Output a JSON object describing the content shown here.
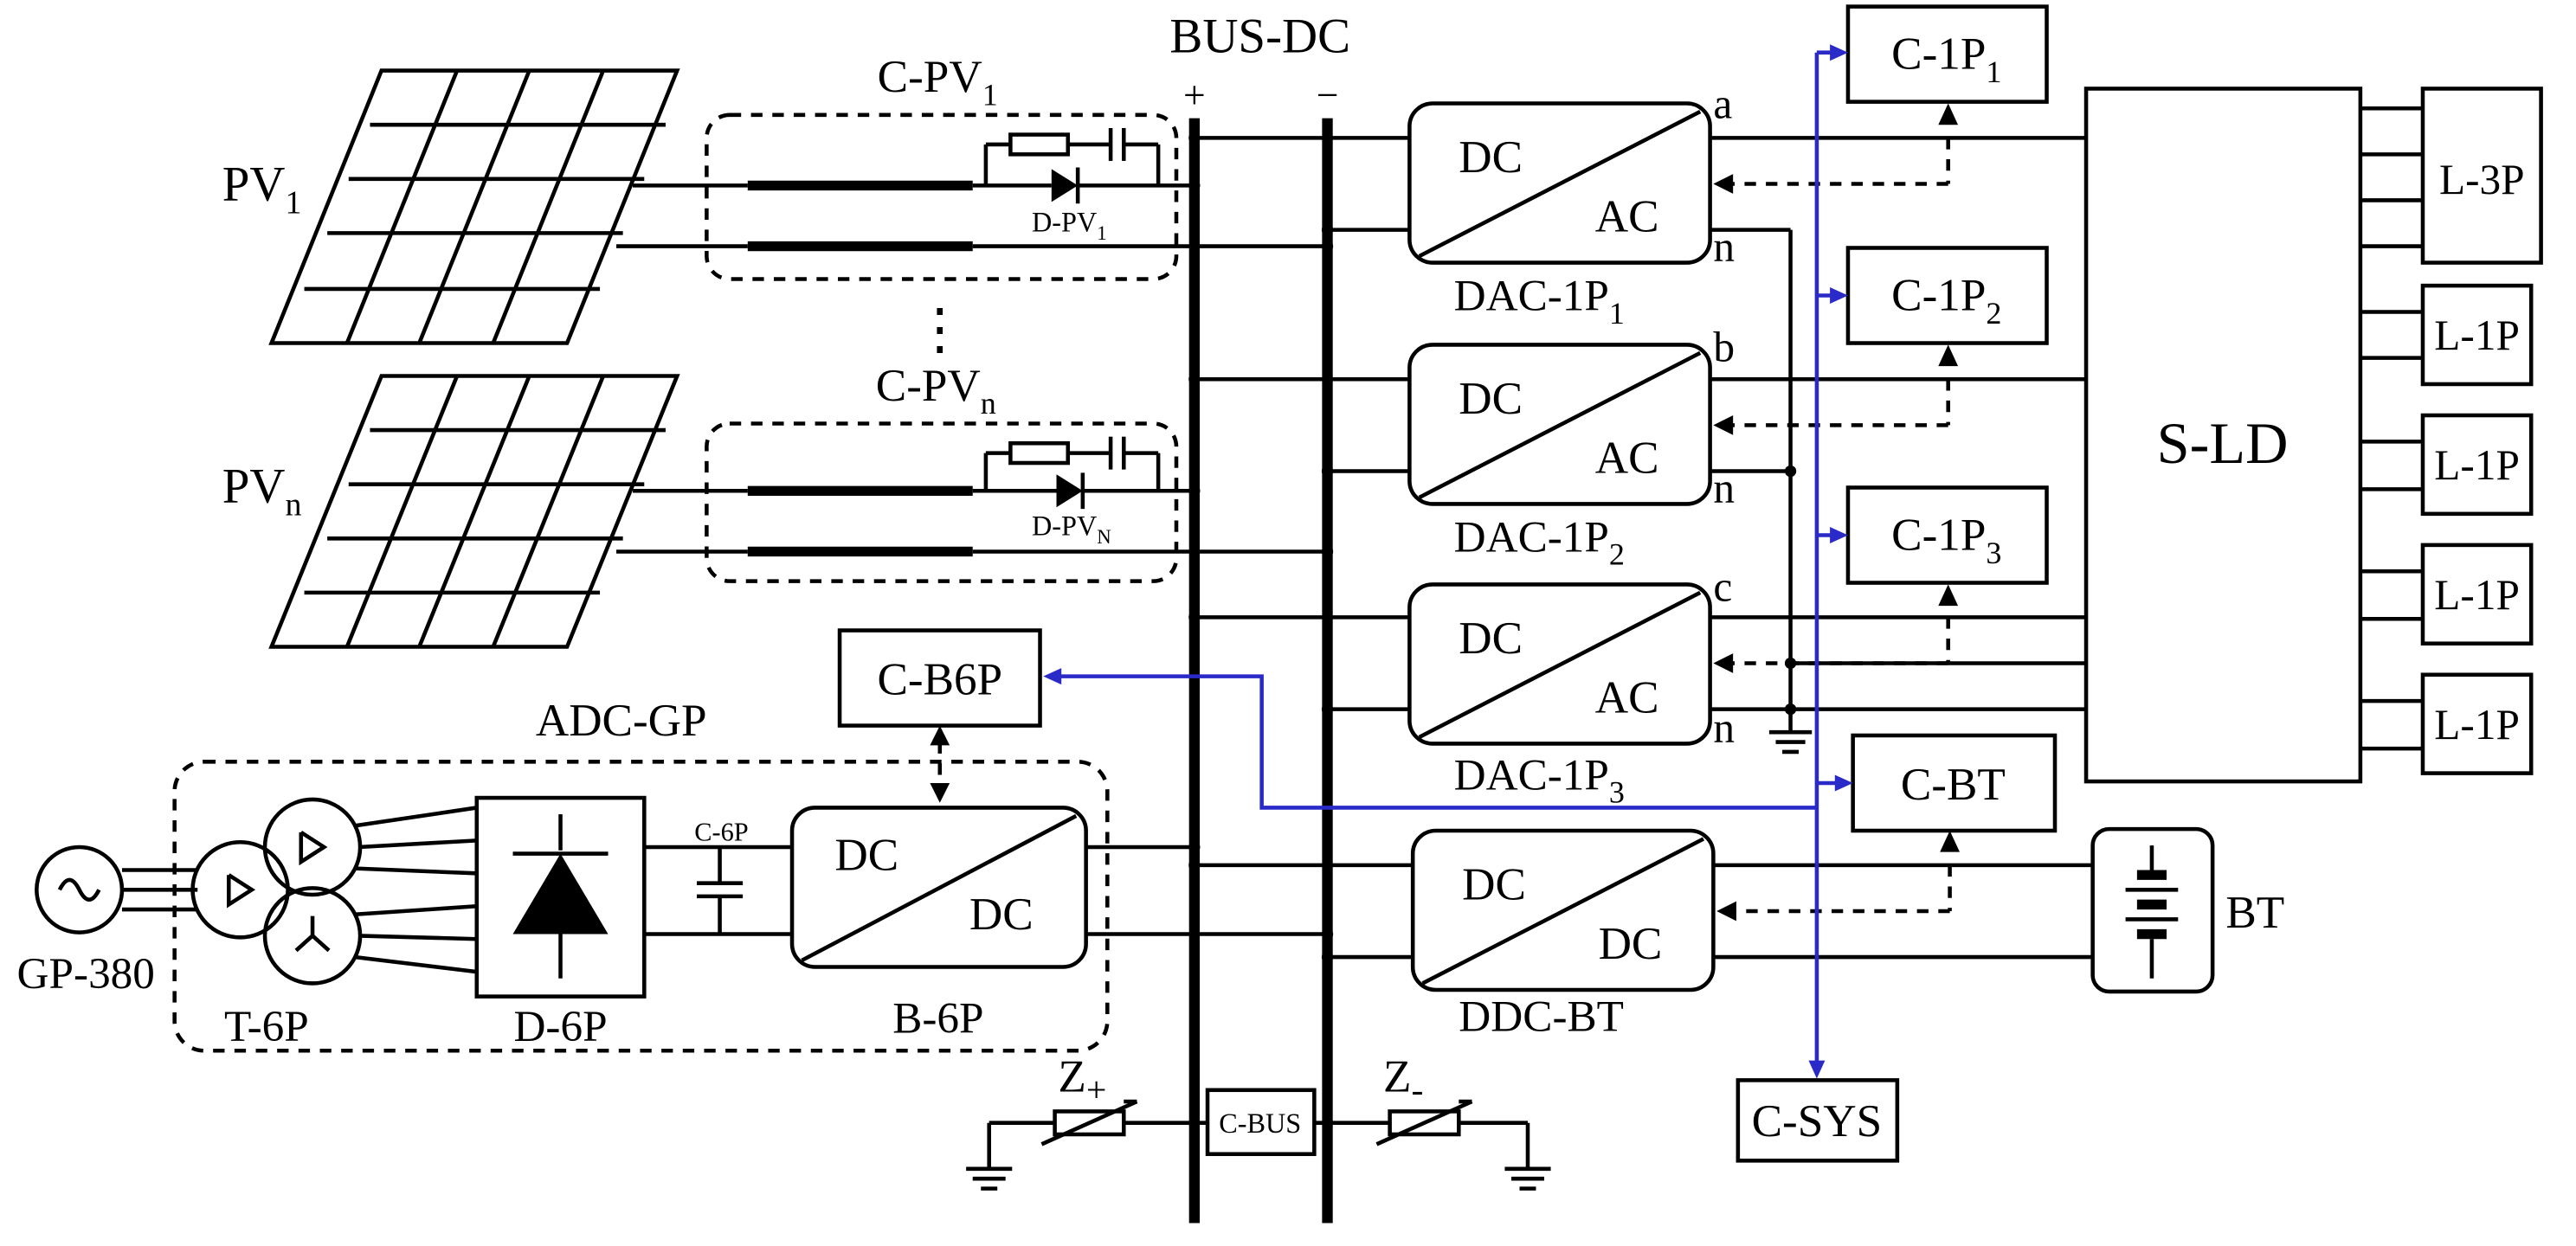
{
  "bus": {
    "title": "BUS-DC",
    "plus": "+",
    "minus": "−"
  },
  "pv": [
    {
      "name_main": "PV",
      "name_sub": "1",
      "controller_main": "C-PV",
      "controller_sub": "1",
      "diode_main": "D-PV",
      "diode_sub": "1"
    },
    {
      "name_main": "PV",
      "name_sub": "n",
      "controller_main": "C-PV",
      "controller_sub": "n",
      "diode_main": "D-PV",
      "diode_sub": "N"
    }
  ],
  "ellipsis": "⋮",
  "dc_label": "DC",
  "ac_label": "AC",
  "inverters": [
    {
      "phase": "a",
      "neutral": "n",
      "name_main": "DAC-1P",
      "name_sub": "1",
      "controller_main": "C-1P",
      "controller_sub": "1"
    },
    {
      "phase": "b",
      "neutral": "n",
      "name_main": "DAC-1P",
      "name_sub": "2",
      "controller_main": "C-1P",
      "controller_sub": "2"
    },
    {
      "phase": "c",
      "neutral": "n",
      "name_main": "DAC-1P",
      "name_sub": "3",
      "controller_main": "C-1P",
      "controller_sub": "3"
    }
  ],
  "loads": {
    "switch_label": "S-LD",
    "three_phase": "L-3P",
    "single_phase": [
      "L-1P",
      "L-1P",
      "L-1P",
      "L-1P"
    ]
  },
  "battery": {
    "converter": "DDC-BT",
    "controller": "C-BT",
    "label": "BT"
  },
  "grid": {
    "group": "ADC-GP",
    "source": "GP-380",
    "transformer": "T-6P",
    "rectifier": "D-6P",
    "capacitor": "C-6P",
    "buck": "B-6P",
    "controller": "C-B6P"
  },
  "system": {
    "controller": "C-SYS",
    "bus_controller": "C-BUS",
    "z_plus_main": "Z",
    "z_plus_sub": "+",
    "z_minus_main": "Z",
    "z_minus_sub": "-"
  },
  "colors": {
    "line": "#000000",
    "control_link": "#2a2ac8",
    "background": "#ffffff"
  },
  "icons": [
    "solar-panel-icon",
    "diode-icon",
    "capacitor-icon",
    "ac-source-icon",
    "transformer-icon",
    "rectifier-icon",
    "battery-icon",
    "ground-icon",
    "varistor-icon"
  ]
}
